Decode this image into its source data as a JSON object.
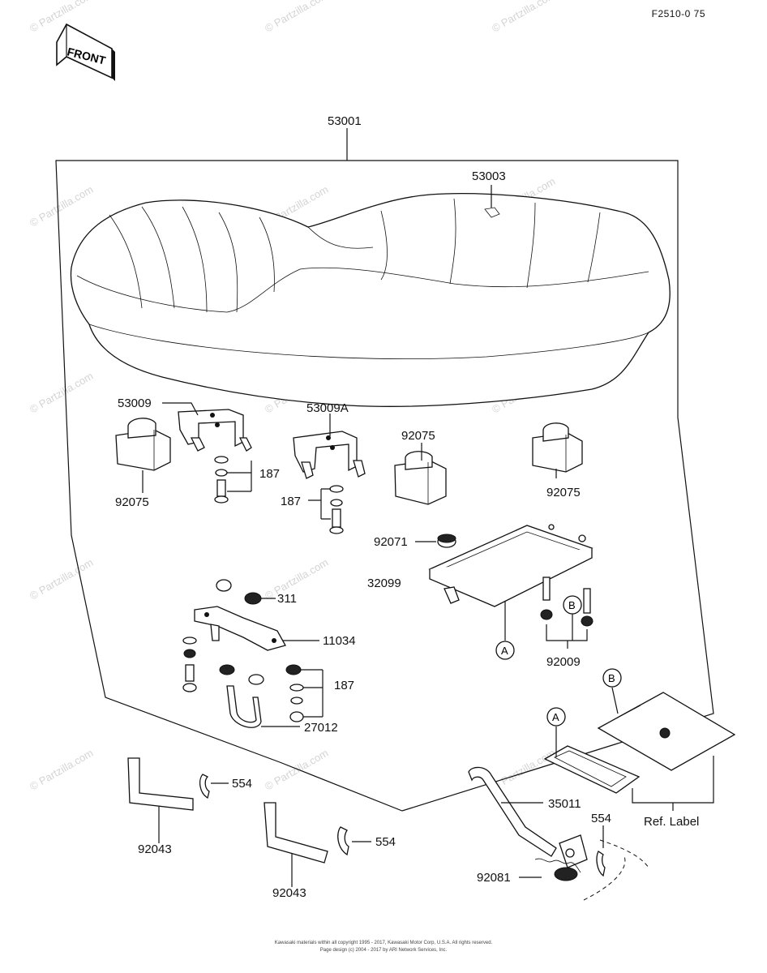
{
  "header": {
    "ref_code": "F2510-0 75",
    "front_label": "FRONT"
  },
  "watermark": {
    "text": "© Partzilla.com"
  },
  "parts": {
    "p53001": "53001",
    "p53003": "53003",
    "p53009": "53009",
    "p53009A": "53009A",
    "p92075": "92075",
    "p187": "187",
    "p92071": "92071",
    "p32099": "32099",
    "p311": "311",
    "p11034": "11034",
    "p92009": "92009",
    "p27012": "27012",
    "p554": "554",
    "p92043": "92043",
    "p35011": "35011",
    "p92081": "92081",
    "ref_label": "Ref. Label",
    "marker_a": "A",
    "marker_b": "B"
  },
  "footer": {
    "line1": "Kawasaki materials within all copyright 1995 - 2017, Kawasaki Motor Corp, U.S.A. All rights reserved.",
    "line2": "Page design (c) 2004 - 2017 by ARI Network Services, Inc."
  }
}
